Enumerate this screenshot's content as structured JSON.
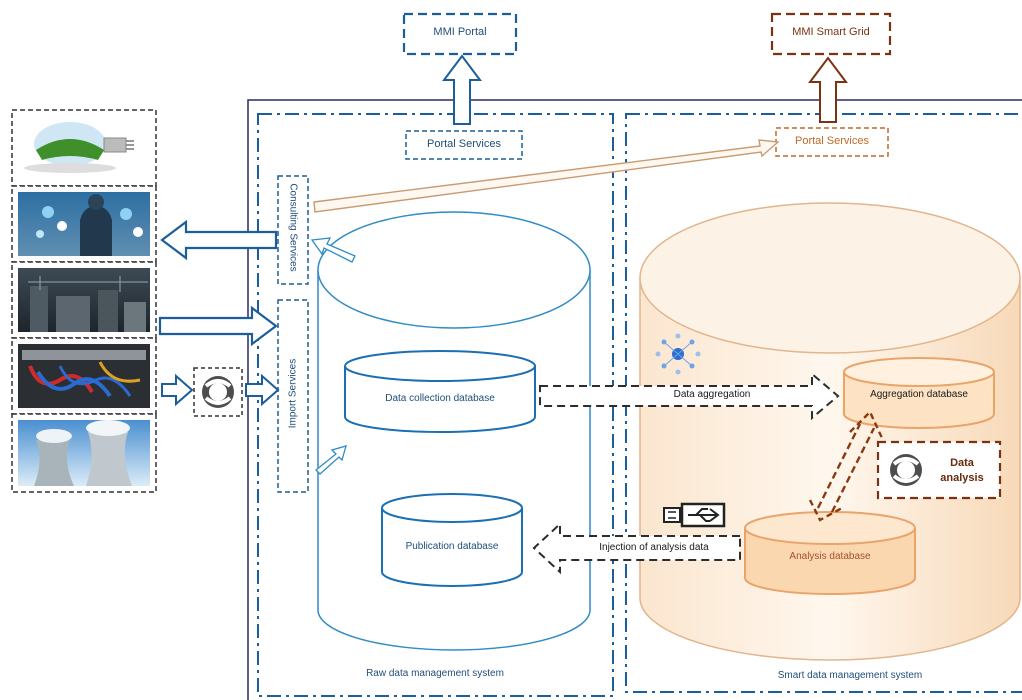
{
  "portals": {
    "mmi_portal": "MMI Portal",
    "mmi_smart_grid": "MMI Smart Grid"
  },
  "raw_system": {
    "title": "Raw data management system",
    "portal_services": "Portal Services",
    "consulting_services": "Consulting Services",
    "import_services": "Import Services",
    "data_collection_db": "Data collection database",
    "publication_db": "Publication database"
  },
  "smart_system": {
    "title": "Smart data management system",
    "portal_services": "Portal Services",
    "aggregation_db": "Aggregation database",
    "analysis_db": "Analysis database",
    "data_analysis": "Data analysis"
  },
  "flows": {
    "data_aggregation": "Data aggregation",
    "injection": "Injection of analysis data"
  },
  "colors": {
    "blue": "#1b5e99",
    "dark_blue": "#1f4e79",
    "brown": "#7a3312",
    "orange_text": "#c0682a",
    "aggregation_fill": "#fde3c4",
    "analysis_fill": "#fbd7b0"
  },
  "icons": [
    "lightbulb-grass-icon",
    "business-icons-icon",
    "power-plant-icon",
    "electrical-cables-icon",
    "cooling-towers-icon",
    "gear-logo-icon",
    "network-hub-icon",
    "usb-plug-icon"
  ]
}
